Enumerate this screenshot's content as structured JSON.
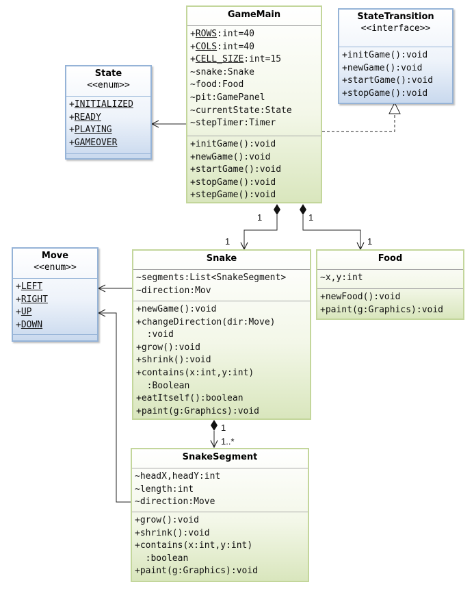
{
  "classes": {
    "gamemain": {
      "name": "GameMain",
      "attributes": [
        {
          "prefix": "+",
          "name": "ROWS",
          "rest": ":int=40"
        },
        {
          "prefix": "+",
          "name": "COLS",
          "rest": ":int=40"
        },
        {
          "prefix": "+",
          "name": "CELL_SIZE",
          "rest": ":int=15"
        },
        {
          "text": "~snake:Snake"
        },
        {
          "text": "~food:Food"
        },
        {
          "text": "~pit:GamePanel"
        },
        {
          "text": "~currentState:State"
        },
        {
          "text": "~stepTimer:Timer"
        }
      ],
      "operations": [
        "+initGame():void",
        "+newGame():void",
        "+startGame():void",
        "+stopGame():void",
        "+stepGame():void"
      ]
    },
    "statetransition": {
      "name": "StateTransition",
      "stereotype": "<<interface>>",
      "operations": [
        "+initGame():void",
        "+newGame():void",
        "+startGame():void",
        "+stopGame():void"
      ]
    },
    "state": {
      "name": "State",
      "stereotype": "<<enum>>",
      "literals": [
        "INITIALIZED",
        "READY",
        "PLAYING",
        "GAMEOVER"
      ]
    },
    "move": {
      "name": "Move",
      "stereotype": "<<enum>>",
      "literals": [
        "LEFT",
        "RIGHT",
        "UP",
        "DOWN"
      ]
    },
    "snake": {
      "name": "Snake",
      "attributes": [
        "~segments:List<SnakeSegment>",
        "~direction:Mov"
      ],
      "operations": [
        "+newGame():void",
        "+changeDirection(dir:Move)",
        "  :void",
        "+grow():void",
        "+shrink():void",
        "+contains(x:int,y:int)",
        "  :Boolean",
        "+eatItself():boolean",
        "+paint(g:Graphics):void"
      ]
    },
    "food": {
      "name": "Food",
      "attributes": [
        "~x,y:int"
      ],
      "operations": [
        "+newFood():void",
        "+paint(g:Graphics):void"
      ]
    },
    "snakesegment": {
      "name": "SnakeSegment",
      "attributes": [
        "~headX,headY:int",
        "~length:int",
        "~direction:Move"
      ],
      "operations": [
        "+grow():void",
        "+shrink():void",
        "+contains(x:int,y:int)",
        "  :boolean",
        "+paint(g:Graphics):void"
      ]
    }
  },
  "multiplicities": {
    "gm_snake_src": "1",
    "gm_snake_dst": "1",
    "gm_food_src": "1",
    "gm_food_dst": "1",
    "snake_seg_src": "1",
    "snake_seg_dst": "1..*"
  },
  "colors": {
    "class_border": "#c3d69b",
    "class_fill_bottom": "#d9e6bd",
    "enum_border": "#95b3d7",
    "enum_fill_bottom": "#c9d9ee"
  }
}
